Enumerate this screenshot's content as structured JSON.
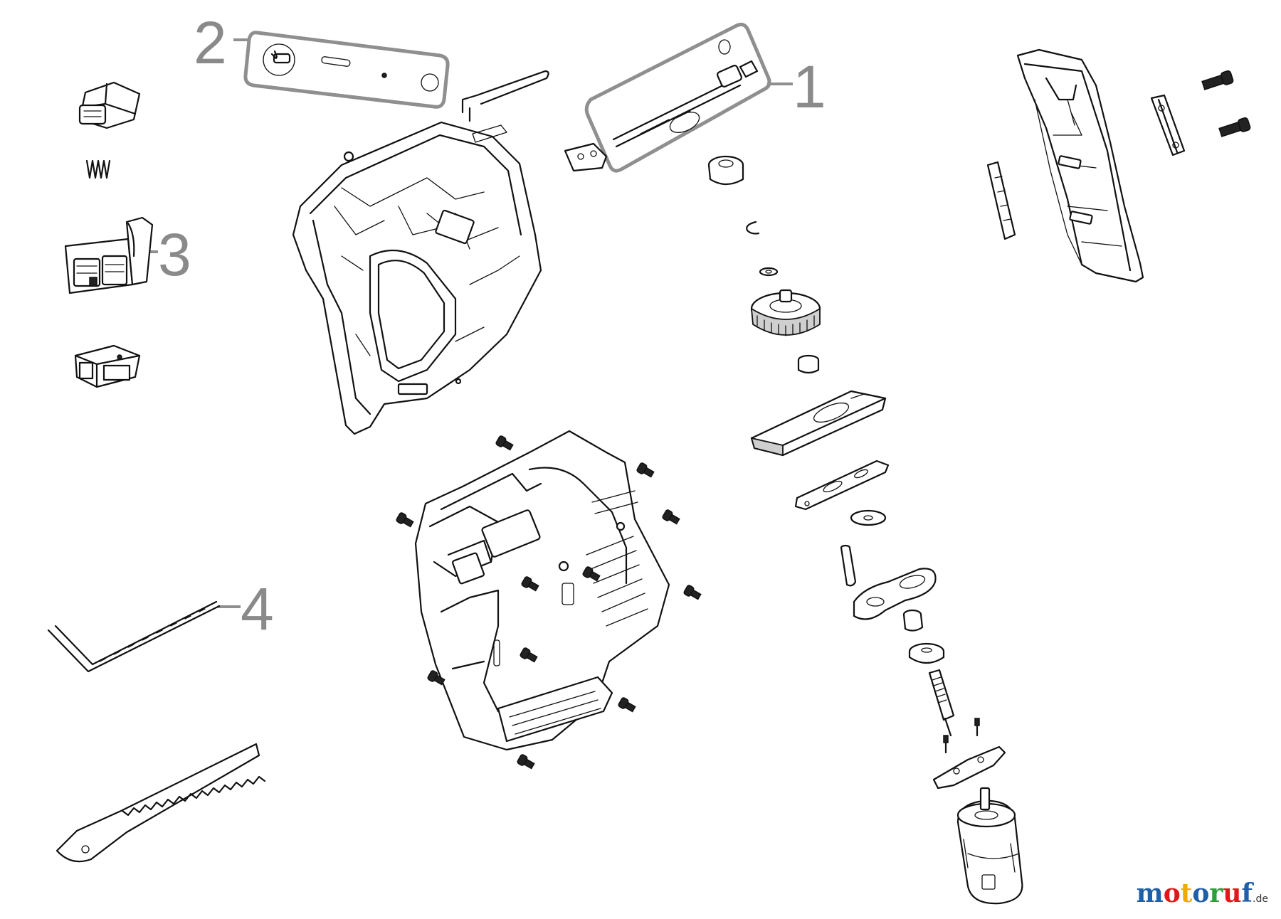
{
  "callouts": [
    {
      "id": "1",
      "label": "1"
    },
    {
      "id": "2",
      "label": "2"
    },
    {
      "id": "3",
      "label": "3"
    },
    {
      "id": "4",
      "label": "4"
    }
  ],
  "watermark": {
    "letters": [
      {
        "ch": "m",
        "color": "#1f5fa8"
      },
      {
        "ch": "o",
        "color": "#e2161b"
      },
      {
        "ch": "t",
        "color": "#f2a900"
      },
      {
        "ch": "o",
        "color": "#1f5fa8"
      },
      {
        "ch": "r",
        "color": "#2e9e3b"
      },
      {
        "ch": "u",
        "color": "#e2161b"
      },
      {
        "ch": "f",
        "color": "#1f5fa8"
      }
    ],
    "suffix": ".de"
  }
}
